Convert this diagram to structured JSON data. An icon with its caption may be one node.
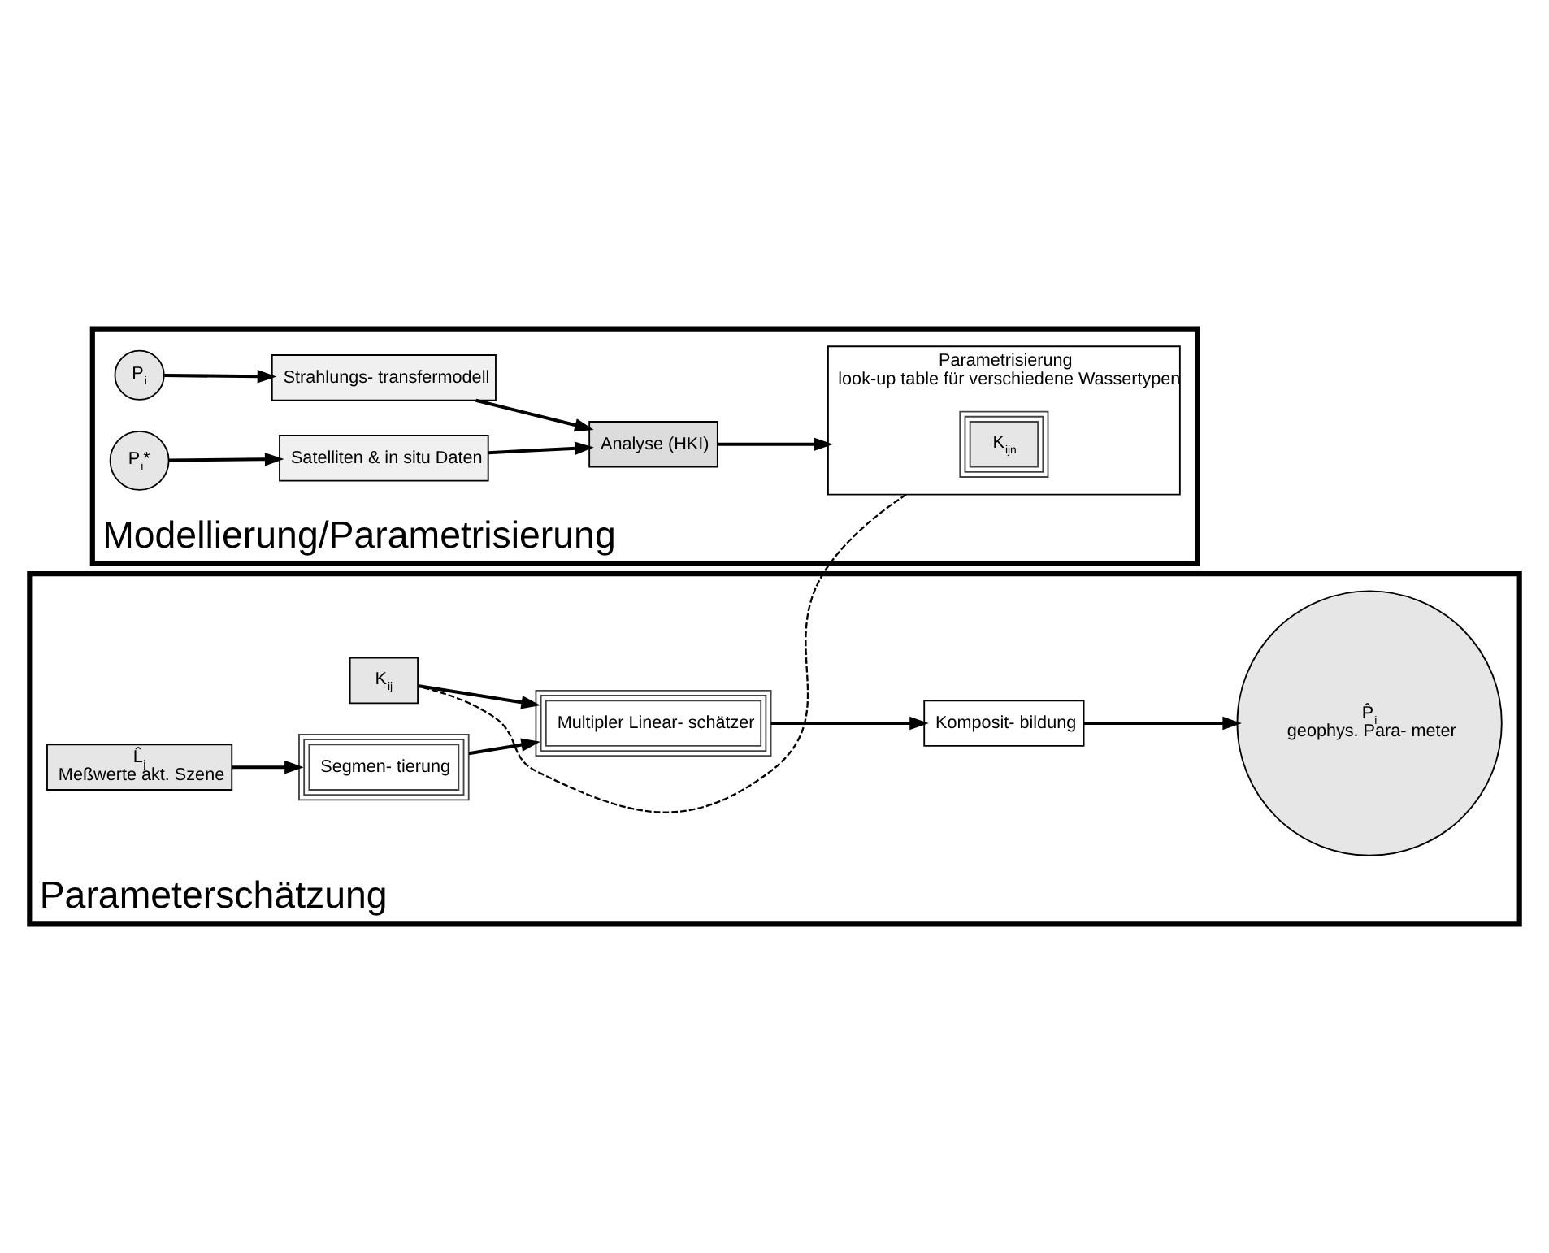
{
  "diagram": {
    "nodes": [
      {
        "text": [
          "Modellierung/Parametrisierung"
        ]
      },
      {
        "text": [
          "P$_{i}$"
        ],
        "in": 0
      },
      {
        "text": [
          "P$_{i}$*"
        ],
        "in": 0
      },
      {
        "text": [
          "Strahlungs- transfermodell"
        ],
        "in": 0
      },
      {
        "text": [
          "Satelliten & in situ Daten"
        ],
        "in": 0
      },
      {
        "text": [
          "Analyse (HKI)"
        ],
        "in": 0
      },
      {
        "text": [
          "Parametrisierung",
          "look-up table für verschiedene Wassertypen"
        ],
        "in": 0
      },
      {
        "text": [
          "K$_{ijn}$"
        ],
        "in": 6
      },
      {
        "text": [
          "Parameterschätzung"
        ]
      },
      {
        "text": [
          "K$_{ij}$"
        ],
        "in": 8
      },
      {
        "text": [
          "L̂$_{j}$",
          "Meßwerte akt. Szene"
        ],
        "in": 8
      },
      {
        "text": [
          "Segmen- tierung"
        ],
        "in": 8
      },
      {
        "text": [
          "Multipler Linear- schätzer"
        ],
        "in": 8
      },
      {
        "text": [
          "Komposit- bildung"
        ],
        "in": 8
      },
      {
        "text": [
          "P̂$_{i}$",
          "geophys. Para- meter"
        ],
        "in": 8
      }
    ],
    "edges": [
      {
        "from": 1,
        "to": 3,
        "arrow": "to"
      },
      {
        "from": 2,
        "to": 4,
        "arrow": "to"
      },
      {
        "from": 3,
        "to": 5,
        "arrow": "to"
      },
      {
        "from": 4,
        "to": 5,
        "arrow": "to"
      },
      {
        "from": 5,
        "to": 6,
        "arrow": "to"
      },
      {
        "from": 6,
        "to": 9,
        "arrow": "none",
        "style": "dashed"
      },
      {
        "from": 9,
        "to": 12,
        "arrow": "to"
      },
      {
        "from": 10,
        "to": 11,
        "arrow": "to"
      },
      {
        "from": 11,
        "to": 12,
        "arrow": "to"
      },
      {
        "from": 12,
        "to": 13,
        "arrow": "to"
      },
      {
        "from": 13,
        "to": 14,
        "arrow": "to"
      }
    ]
  }
}
